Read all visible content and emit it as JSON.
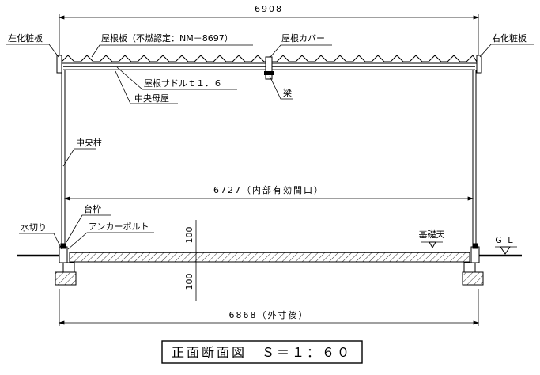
{
  "dimensions": {
    "overall_width": "6908",
    "inner_width": "6727（内部有効間口）",
    "outer_width": "6868（外寸後）",
    "above_ground": "100",
    "below_ground": "100"
  },
  "labels": {
    "left_fascia": "左化粧板",
    "right_fascia": "右化粧板",
    "roof_panel": "屋根板（不燃認定：NM－8697）",
    "roof_cover": "屋根カバー",
    "roof_saddle": "屋根サドルｔ１．６",
    "beam": "梁",
    "center_purlin": "中央母屋",
    "center_post": "中央柱",
    "base_frame": "台枠",
    "drip": "水切り",
    "anchor_bolt": "アンカーボルト",
    "foundation_top": "基礎天",
    "ground_level": "ＧＬ"
  },
  "title": "正面断面図　Ｓ＝１：６０"
}
